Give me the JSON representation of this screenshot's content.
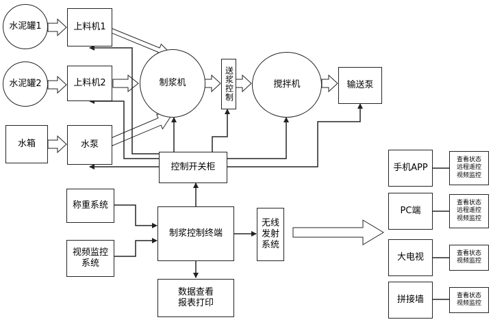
{
  "nodes": {
    "cement_tank_1": "水泥罐1",
    "cement_tank_2": "水泥罐2",
    "water_tank": "水箱",
    "feeder_1": "上料机1",
    "feeder_2": "上料机2",
    "water_pump": "水泵",
    "pulping_machine": "制浆机",
    "slurry_control": "送浆控制",
    "mixer": "搅拌机",
    "delivery_pump": "输送泵",
    "control_cabinet": "控制开关柜",
    "weighing_system": "称重系统",
    "video_system": "视频监控\n系统",
    "control_terminal": "制浆控制终端",
    "wireless_system": "无线\n发射\n系统",
    "report_print": "数据查看\n报表打印",
    "mobile_app": "手机APP",
    "pc": "PC端",
    "big_tv": "大电视",
    "video_wall": "拼接墙"
  },
  "functions": {
    "mobile_app": "查看状态\n远程遥控\n视频监控",
    "pc": "查看状态\n远程遥控\n视频监控",
    "big_tv": "查看状态\n视频监控",
    "video_wall": "查看状态\n视频监控"
  },
  "colors": {
    "line": "#222222",
    "fill": "#ffffff"
  }
}
